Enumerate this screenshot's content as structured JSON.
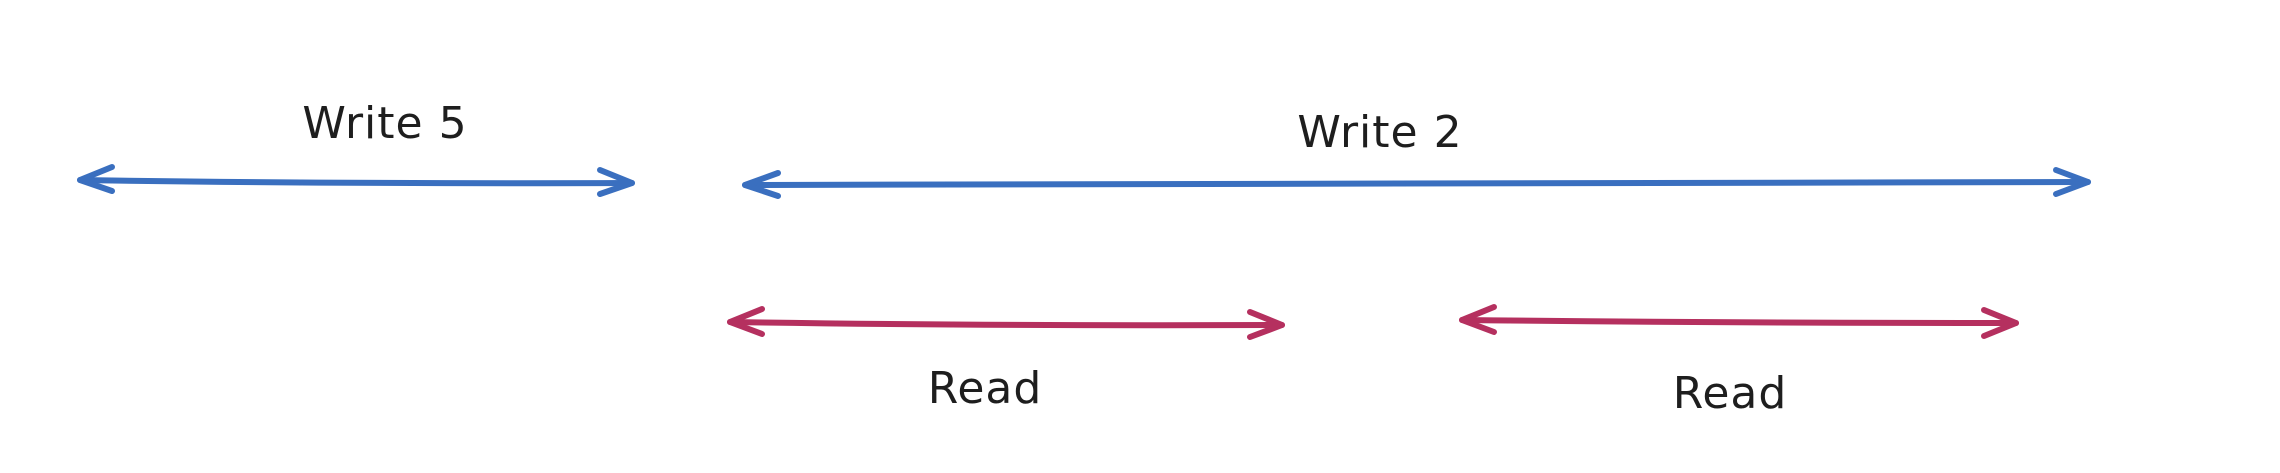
{
  "colors": {
    "write": "#3a6fbf",
    "read": "#b5305f",
    "text": "#1e1e1e",
    "background": "#ffffff"
  },
  "intervals": [
    {
      "id": "write-5",
      "kind": "write",
      "label": "Write 5"
    },
    {
      "id": "write-2",
      "kind": "write",
      "label": "Write 2"
    },
    {
      "id": "read-1",
      "kind": "read",
      "label": "Read"
    },
    {
      "id": "read-2",
      "kind": "read",
      "label": "Read"
    }
  ]
}
